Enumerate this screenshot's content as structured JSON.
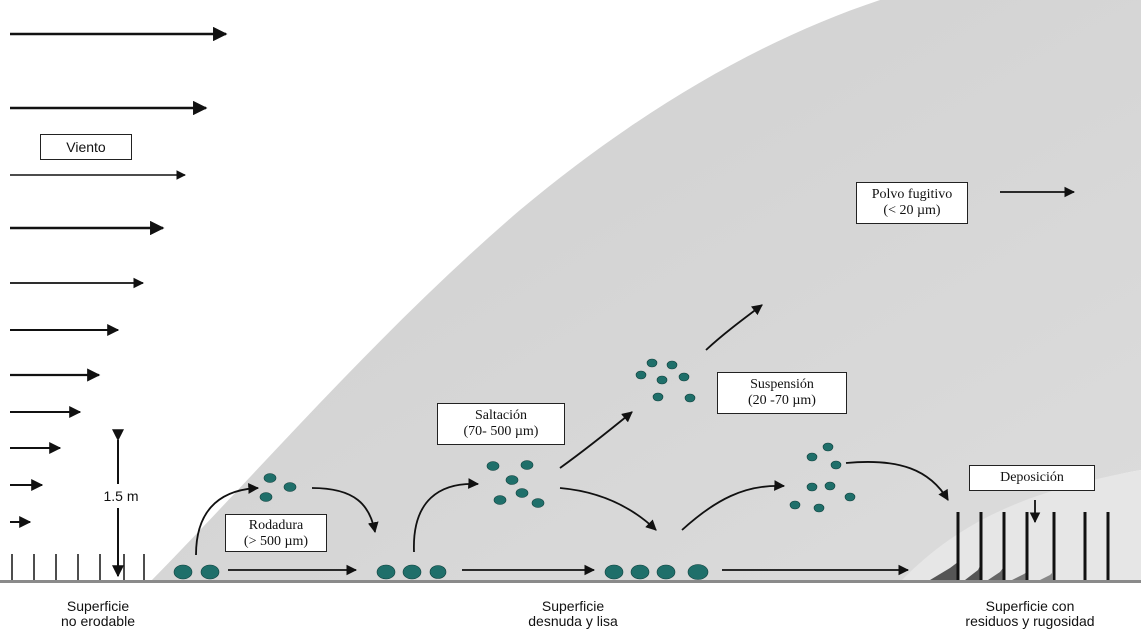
{
  "labels": {
    "viento": "Viento",
    "height": "1.5 m",
    "rodadura": [
      "Rodadura",
      "(> 500 µm)"
    ],
    "saltacion": [
      "Saltación",
      "(70- 500 µm)"
    ],
    "suspension": [
      "Suspensión",
      "(20 -70 µm)"
    ],
    "polvo": [
      "Polvo fugitivo",
      "(< 20 µm)"
    ],
    "deposicion": "Deposición"
  },
  "captions": {
    "left": [
      "Superficie",
      "no erodable"
    ],
    "middle": [
      "Superficie",
      "desnuda y lisa"
    ],
    "right": [
      "Superficie con",
      "residuos y rugosidad"
    ]
  },
  "colors": {
    "particle": "#1f6f6a",
    "cloud": "#d3d3d3",
    "arrow": "#111111"
  },
  "icons": [
    "wind-arrow-icon",
    "particle-icon",
    "stake-icon",
    "up-down-arrow-icon"
  ]
}
